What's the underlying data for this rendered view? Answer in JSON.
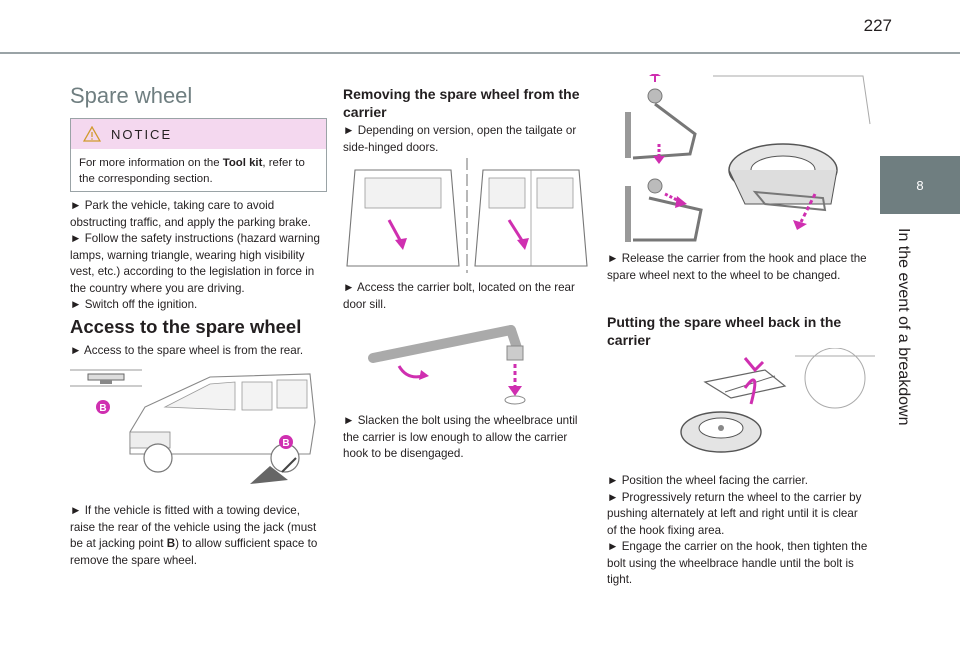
{
  "page_number": "227",
  "side_tab": {
    "chapter": "8",
    "title": "In the event of a breakdown"
  },
  "col1": {
    "heading": "Spare wheel",
    "notice": {
      "label": "NOTICE",
      "text_before": "For more information on the ",
      "text_bold": "Tool kit",
      "text_after": ", refer to the corresponding section."
    },
    "steps": [
      "► Park the vehicle, taking care to avoid obstructing traffic, and apply the parking brake.",
      "► Follow the safety instructions (hazard warning lamps, warning triangle, wearing high visibility vest, etc.) according to the legislation in force in the country where you are driving.",
      "► Switch off the ignition."
    ],
    "section_heading": "Access to the spare wheel",
    "access_text": "► Access to the spare wheel is from the rear.",
    "figure_labels": [
      "B",
      "B"
    ],
    "towing_text_before": "► If the vehicle is fitted with a towing device, raise the rear of the vehicle using the jack (must be at jacking point ",
    "towing_text_bold": "B",
    "towing_text_after": ") to allow sufficient space to remove the spare wheel."
  },
  "col2": {
    "heading": "Removing the spare wheel from the carrier",
    "step1": "► Depending on version, open the tailgate or side-hinged doors.",
    "step2": "► Access the carrier bolt, located on the rear door sill.",
    "step3": "► Slacken the bolt using the wheelbrace until the carrier is low enough to allow the carrier hook to be disengaged."
  },
  "col3": {
    "step1": "► Release the carrier from the hook and place the spare wheel next to the wheel to be changed.",
    "heading": "Putting the spare wheel back in the carrier",
    "steps": [
      "► Position the wheel facing the carrier.",
      "► Progressively return the wheel to the carrier by pushing alternately at left and right until it is clear of the hook fixing area.",
      "► Engage the carrier on the hook, then tighten the bolt using the wheelbrace handle until the bolt is tight."
    ]
  },
  "colors": {
    "accent": "#6f7e80",
    "notice_bg": "#f4d8ef",
    "arrow": "#cf2fb0"
  },
  "icons": [
    "warning-triangle-icon"
  ]
}
